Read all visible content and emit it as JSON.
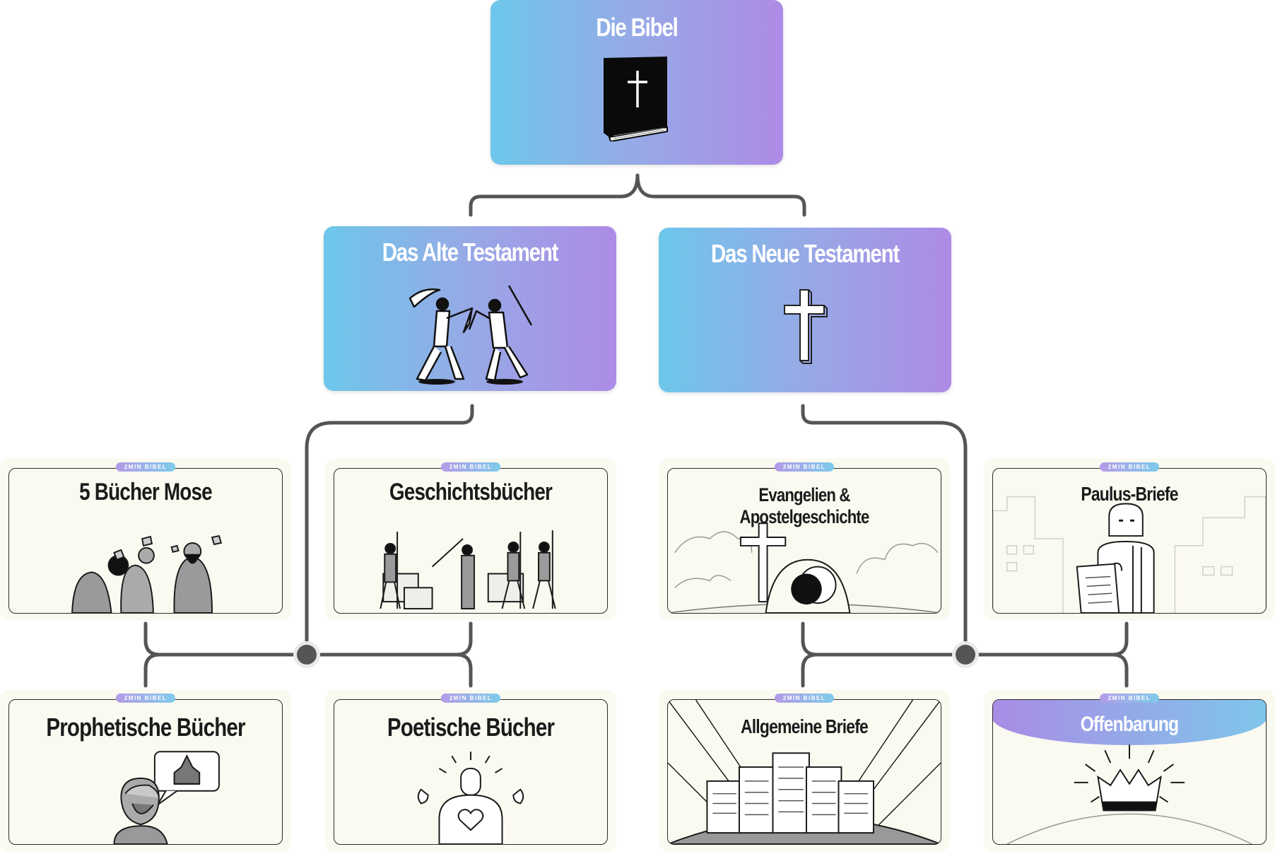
{
  "root": {
    "title": "Die Bibel",
    "icon": "bible-book-icon"
  },
  "testaments": [
    {
      "title": "Das Alte Testament",
      "icon": "warriors-fighting-icon"
    },
    {
      "title": "Das Neue Testament",
      "icon": "cross-icon"
    }
  ],
  "badge_text": "2MIN BIBEL",
  "books": [
    {
      "title": "5 Bücher Mose",
      "icon": "people-group-icon"
    },
    {
      "title": "Geschichtsbücher",
      "icon": "soldiers-marching-icon"
    },
    {
      "title": "Evangelien & Apostelgeschichte",
      "icon": "cross-and-tomb-icon"
    },
    {
      "title": "Paulus-Briefe",
      "icon": "apostle-with-scroll-icon"
    },
    {
      "title": "Prophetische Bücher",
      "icon": "prophet-speech-icon"
    },
    {
      "title": "Poetische Bücher",
      "icon": "person-heart-icon"
    },
    {
      "title": "Allgemeine Briefe",
      "icon": "letter-scrolls-icon"
    },
    {
      "title": "Offenbarung",
      "icon": "crown-over-earth-icon"
    }
  ],
  "colors": {
    "gradient_start": "#6dc7ea",
    "gradient_end": "#ad8be6",
    "connector": "#555555",
    "card_background": "#fbfaf1"
  }
}
